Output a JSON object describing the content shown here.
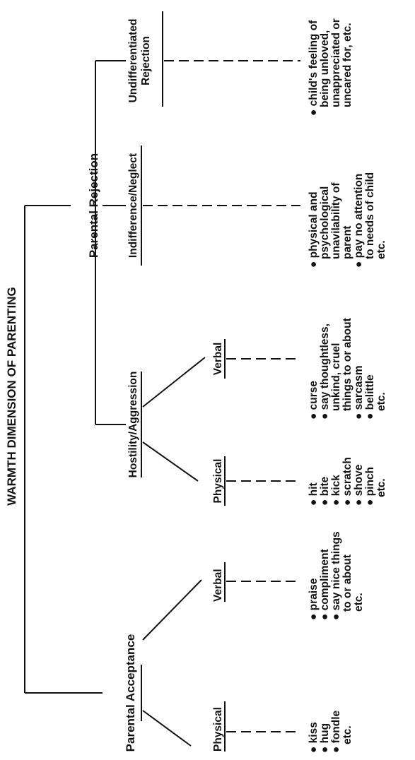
{
  "title": "WARMTH DIMENSION OF PARENTING",
  "acceptance": {
    "label": "Parental  Acceptance",
    "physical": {
      "label": "Physical",
      "items": [
        "kiss",
        "hug",
        "fondle"
      ],
      "etc": "etc."
    },
    "verbal": {
      "label": "Verbal",
      "items": [
        "praise",
        "compliment",
        "say nice things",
        "to or about"
      ],
      "etc": "etc."
    }
  },
  "rejection": {
    "label": "Parental Rejection",
    "hostility": {
      "label": "Hostility/Aggression",
      "physical": {
        "label": "Physical",
        "items": [
          "hit",
          "bite",
          "kick",
          "scratch",
          "shove",
          "pinch"
        ],
        "etc": "etc."
      },
      "verbal": {
        "label": "Verbal",
        "items": [
          "curse",
          "say thoughtless,",
          "unkind, cruel",
          "things to or about",
          "sarcasm",
          "belittle"
        ],
        "etc": "etc."
      }
    },
    "indifference": {
      "label": "Indifference/Neglect",
      "items": [
        "physical and",
        "psychological",
        "unavilability of",
        "parent",
        "pay no attention",
        "to needs of child"
      ],
      "etc": "etc."
    },
    "undifferentiated": {
      "label_line1": "Undifferentiated",
      "label_line2": "Rejection",
      "items": [
        "child's feeling of",
        "being unloved,",
        "unappreciated or",
        "uncared for, etc."
      ]
    }
  }
}
